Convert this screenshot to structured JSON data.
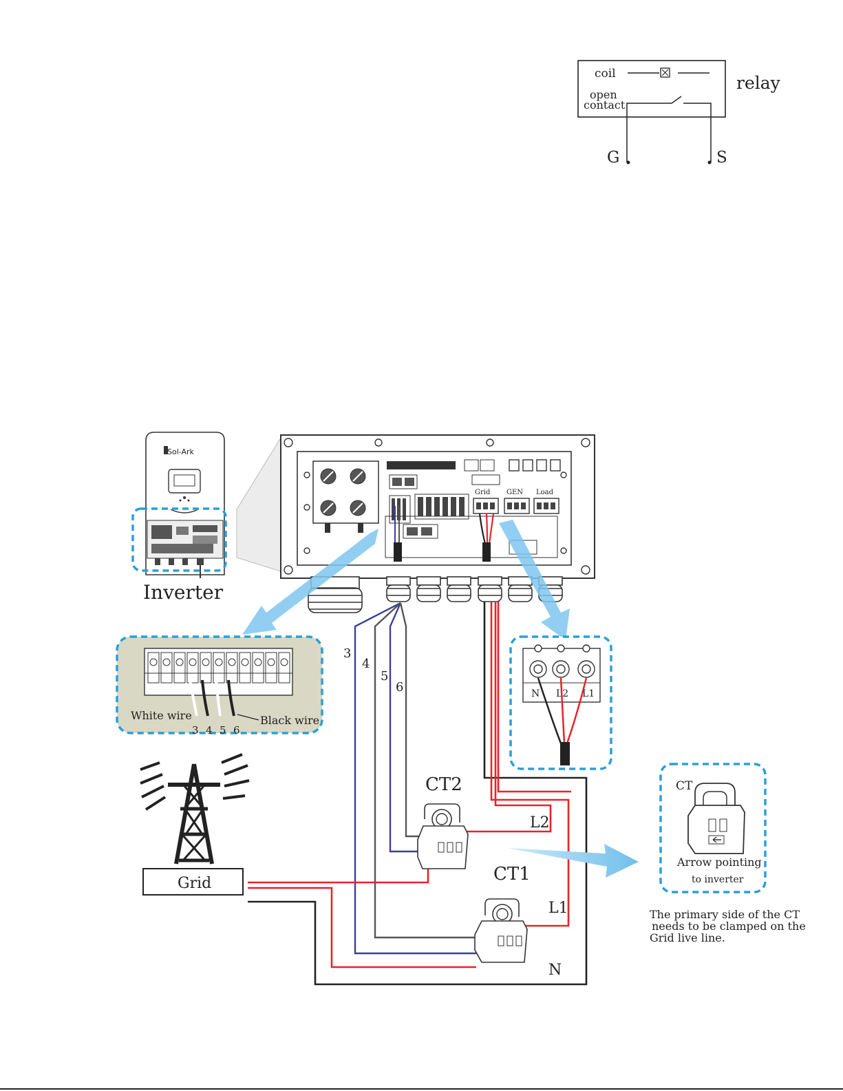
{
  "relay": {
    "coil_label": "coil",
    "contact_label_line1": "open",
    "contact_label_line2": "contact",
    "relay_label": "relay",
    "g_label": "G",
    "s_label": "S"
  },
  "inverter": {
    "brand": "Sol-Ark",
    "caption": "Inverter",
    "terminal_labels": [
      "Grid",
      "GEN",
      "Load"
    ]
  },
  "terminal_detail": {
    "white_wire": "White wire",
    "black_wire": "Black wire",
    "pin_numbers": [
      "3",
      "4",
      "5",
      "6"
    ]
  },
  "cable_numbers": [
    "3",
    "4",
    "5",
    "6"
  ],
  "grid_detail": {
    "labels": [
      "N",
      "L2",
      "L1"
    ]
  },
  "wiring": {
    "grid_label": "Grid",
    "ct2_label": "CT2",
    "ct1_label": "CT1",
    "l2_label": "L2",
    "l1_label": "L1",
    "n_label": "N"
  },
  "ct_detail": {
    "title": "CT",
    "arrow_line1": "Arrow pointing",
    "arrow_line2": "to inverter",
    "note_line1": "The primary side of the CT",
    "note_line2": "needs to be clamped on the",
    "note_line3": "Grid live line."
  },
  "colors": {
    "callout_border": "#2a9fd8",
    "arrow_fill": "#7fc6ee",
    "red_wire": "#e8232a",
    "blue_wire": "#3a3f9e",
    "black_wire": "#222222"
  }
}
